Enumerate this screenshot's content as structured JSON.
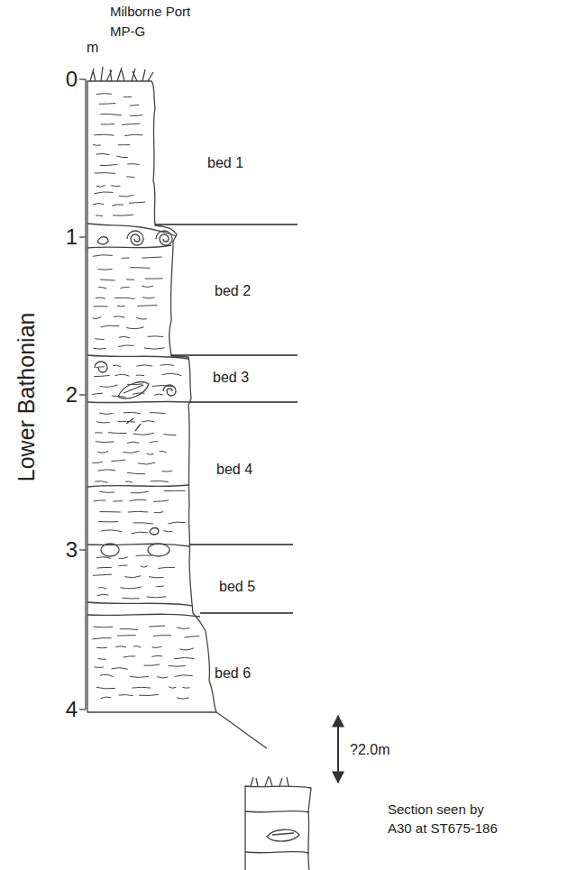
{
  "diagram": {
    "labels": [
      "Milborne Port",
      "MP-G",
      "m",
      "0",
      "1",
      "2",
      "3",
      "4",
      "Lower Bathonian",
      "bed 1",
      "bed 2",
      "bed 3",
      "bed 4",
      "bed 5",
      "bed 6",
      "?2.0m",
      "Section seen by A30 at ST675-186"
    ]
  }
}
